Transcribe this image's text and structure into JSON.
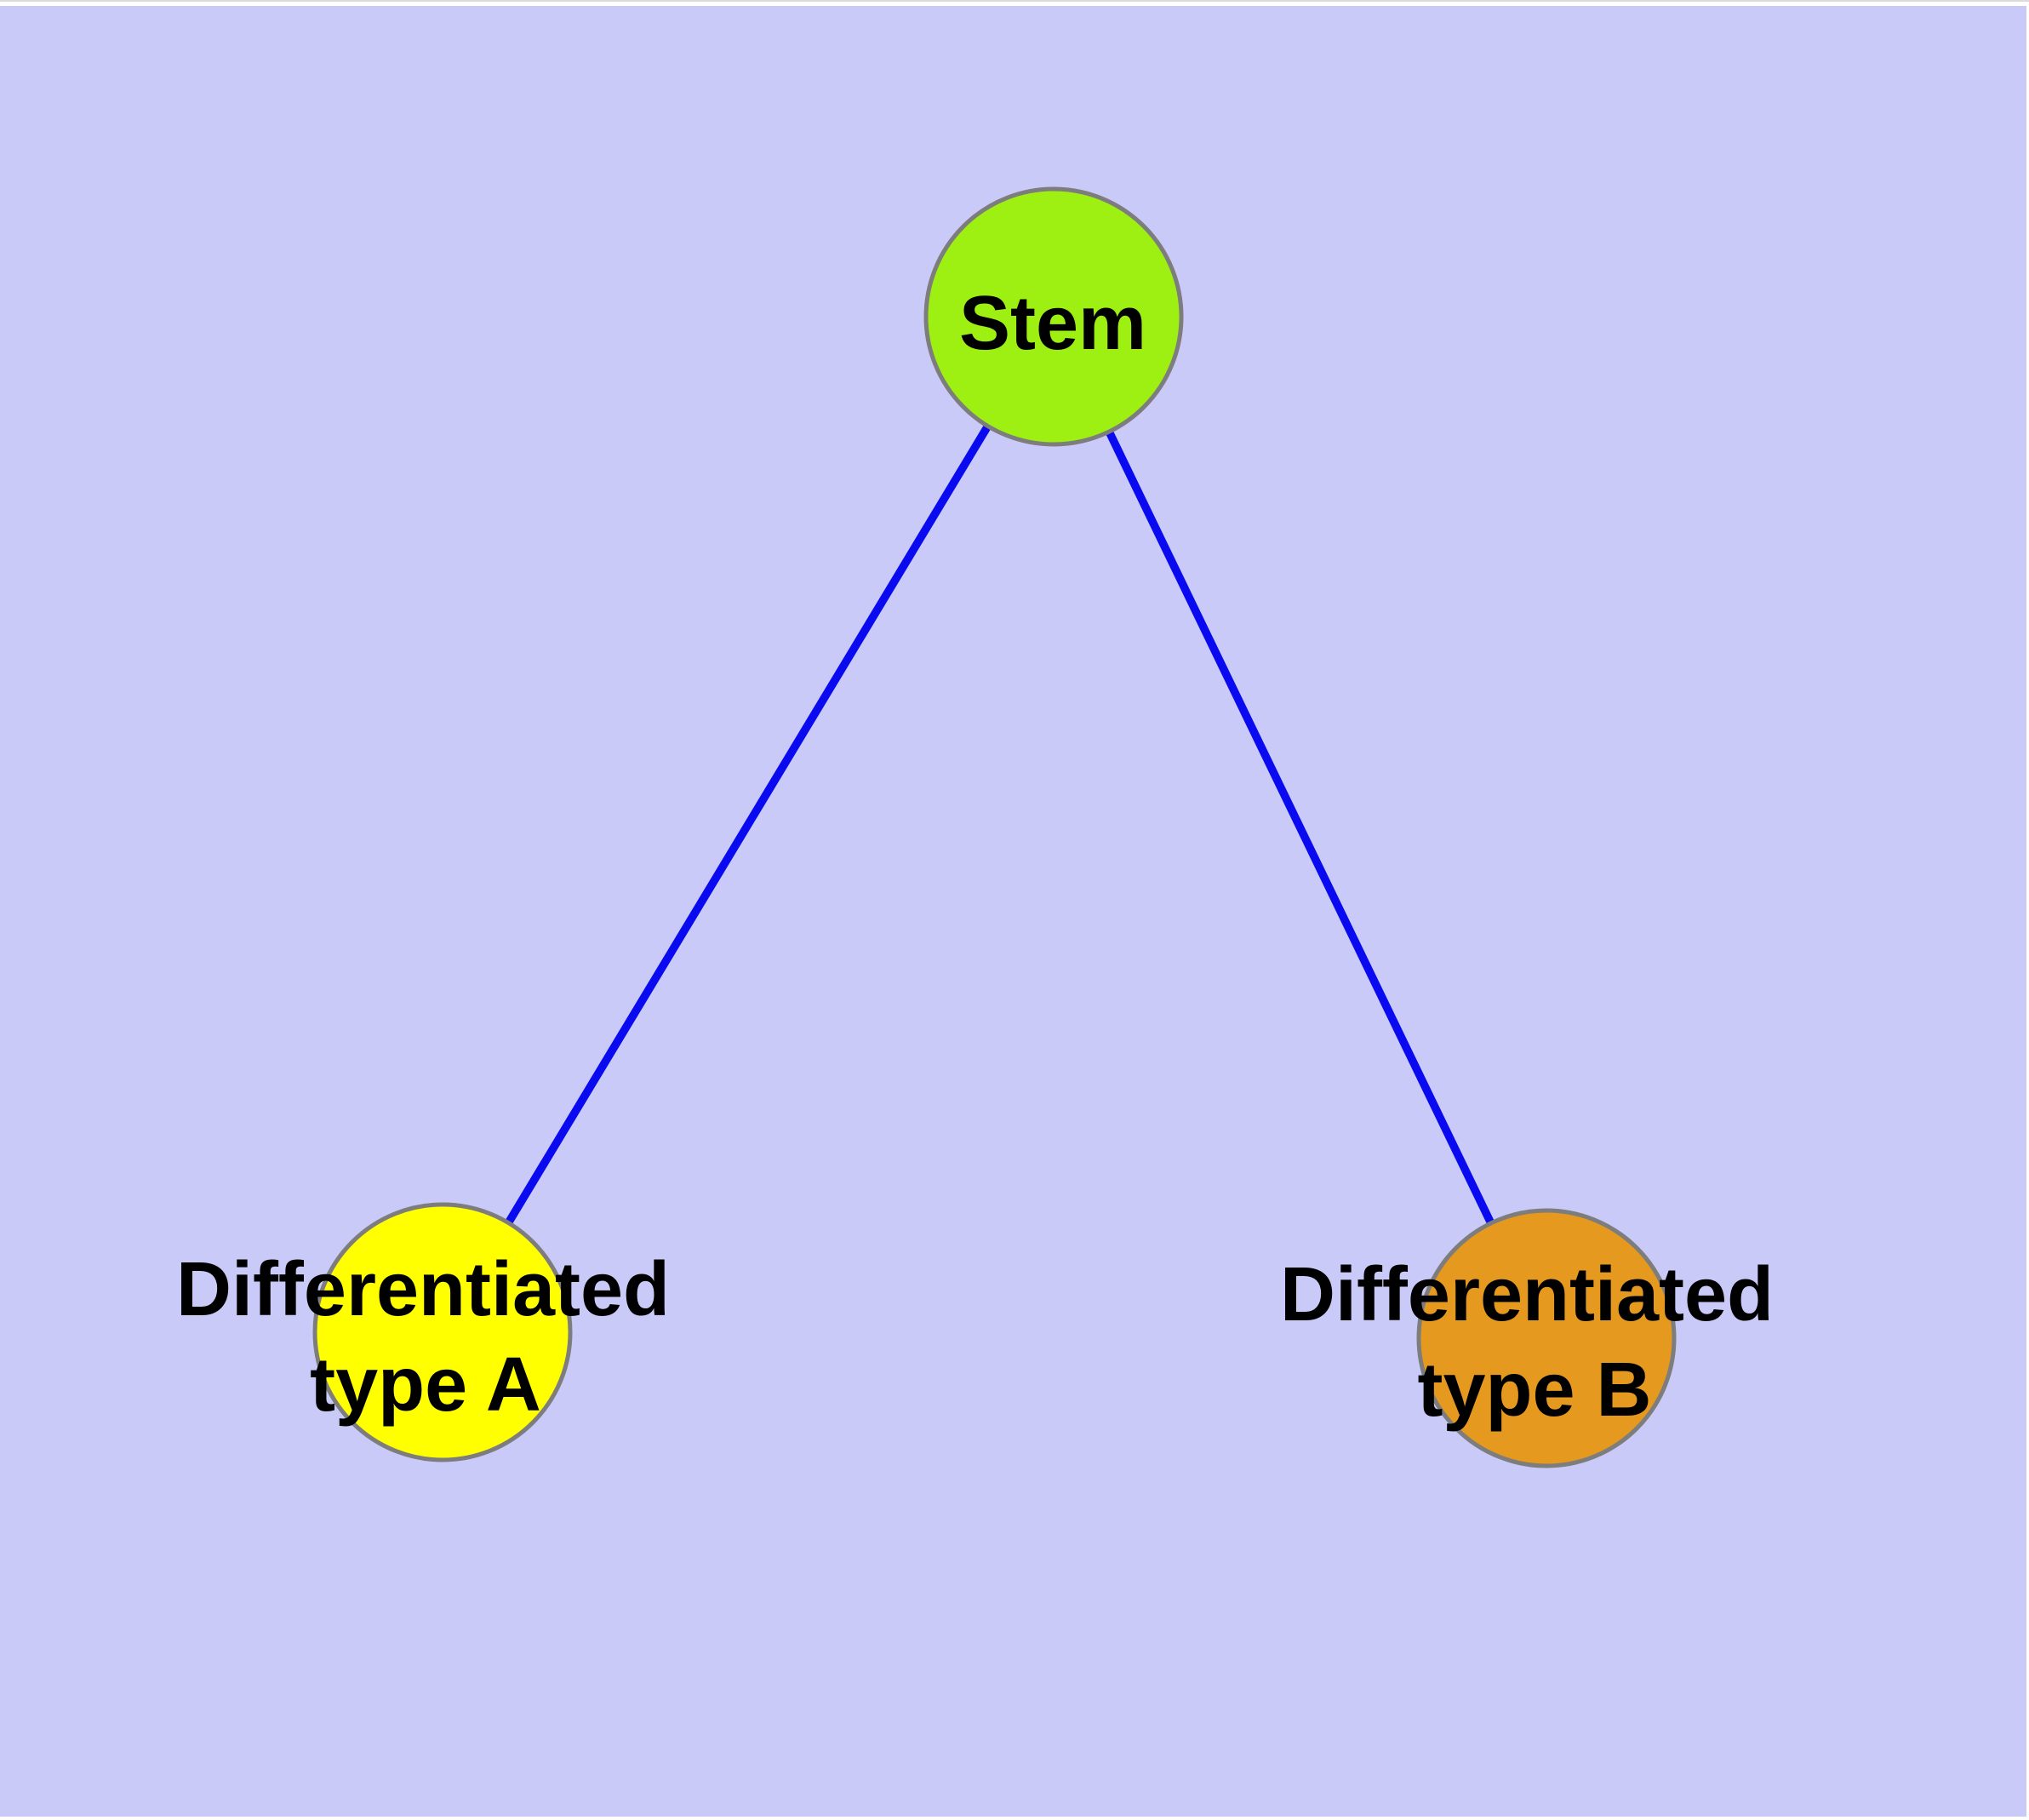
{
  "canvas": {
    "background_color": "#cacaf8",
    "margin_color": "#ffffff"
  },
  "graph": {
    "nodes": {
      "stem": {
        "label": "Stem",
        "fill": "#9df011",
        "border_color": "#7d7d7d"
      },
      "type_a": {
        "label_line1": "Differentiated",
        "label_line2": "type A",
        "fill": "#ffff00",
        "border_color": "#7d7d7d"
      },
      "type_b": {
        "label_line1": "Differentiated",
        "label_line2": "type B",
        "fill": "#e6991f",
        "border_color": "#7d7d7d"
      }
    },
    "edges": {
      "color": "#0a0af0",
      "items": [
        {
          "from": "Stem",
          "to": "Differentiated type A"
        },
        {
          "from": "Stem",
          "to": "Differentiated type B"
        }
      ]
    },
    "label_color": "#000000"
  }
}
